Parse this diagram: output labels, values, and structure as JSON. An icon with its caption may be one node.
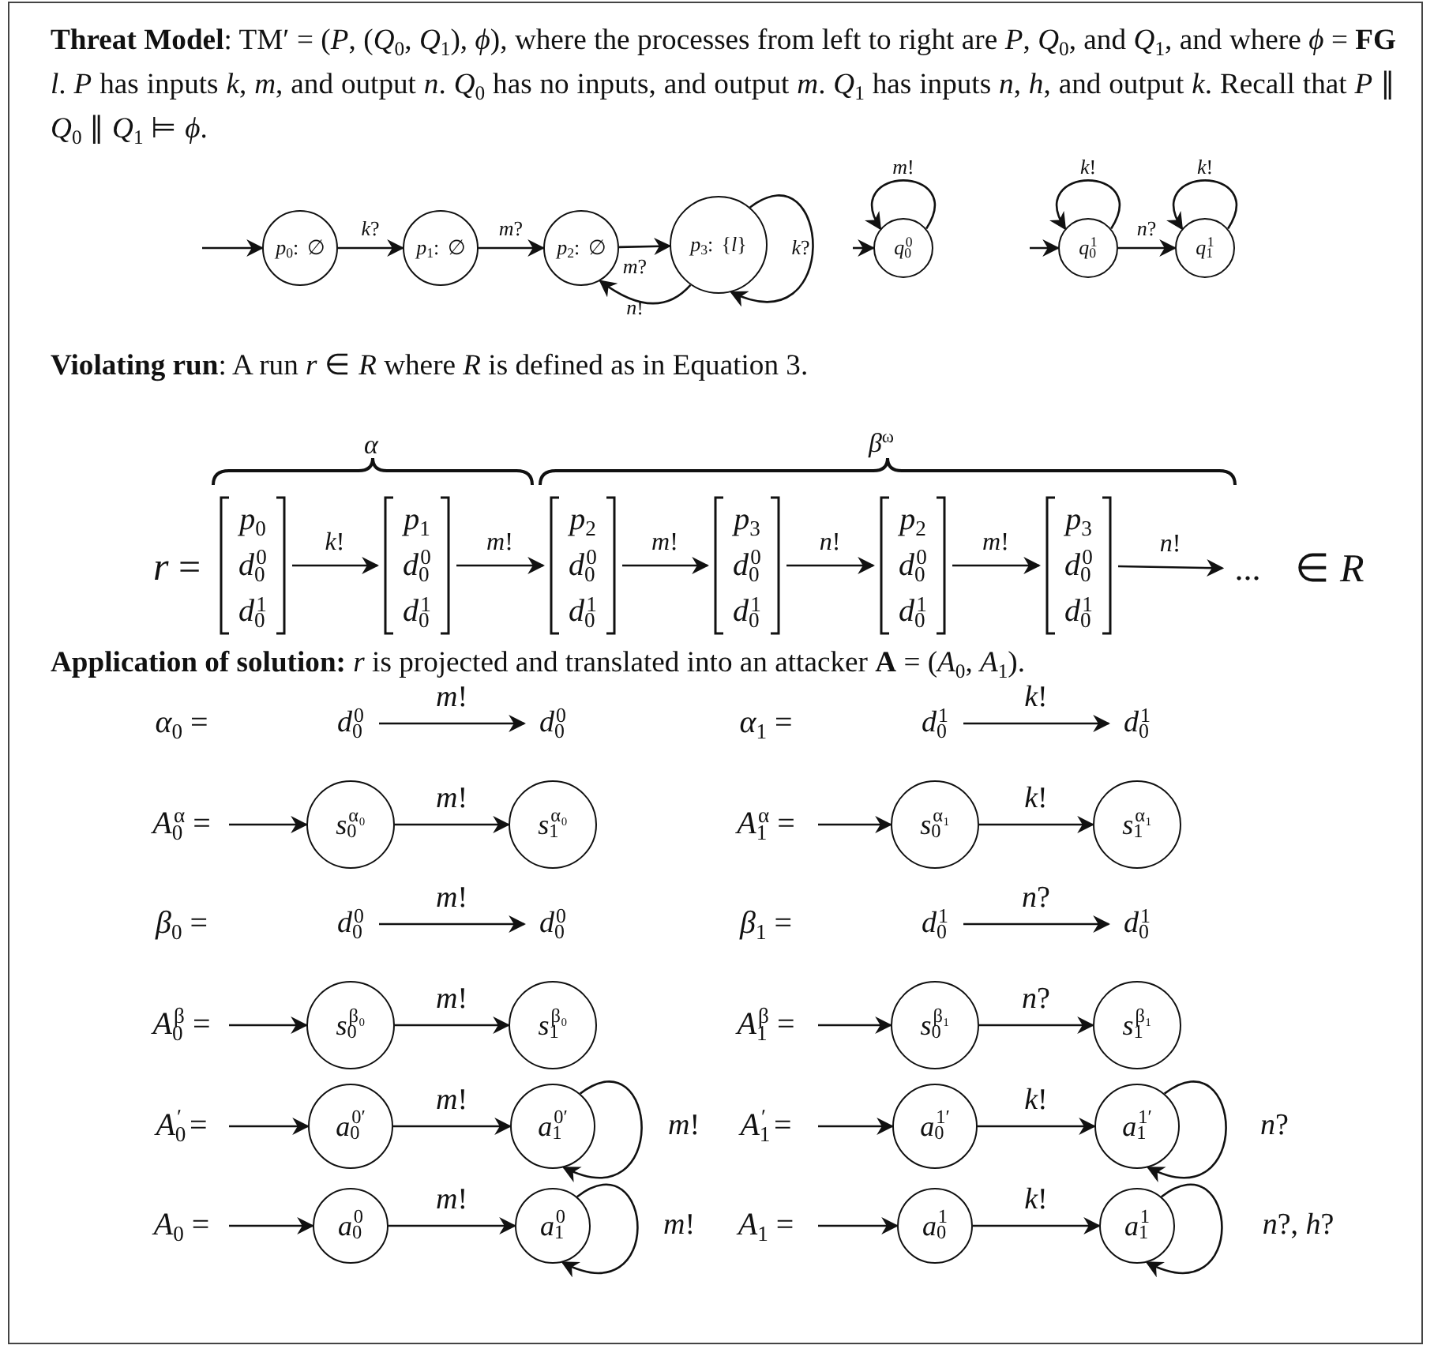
{
  "diagram": {
    "nodes": [
      {
        "text": [
          "*p*$_{0}$: ∅"
        ]
      },
      {
        "text": [
          "*p*$_{1}$: ∅"
        ]
      },
      {
        "text": [
          "*p*$_{2}$: ∅"
        ]
      },
      {
        "text": [
          "*p*$_{3}$: {*l*}"
        ]
      },
      {
        "text": [
          "*q*$_{0}$$^{0}$"
        ]
      },
      {
        "text": [
          "*q*$_{0}$$^{1}$"
        ]
      },
      {
        "text": [
          "*q*$_{1}$$^{1}$"
        ]
      },
      {
        "text": [
          "*p*$_{0}$",
          "*d*$_{0}$$^{0}$",
          "*d*$_{0}$$^{1}$"
        ]
      },
      {
        "text": [
          "*p*$_{1}$",
          "*d*$_{0}$$^{0}$",
          "*d*$_{0}$$^{1}$"
        ]
      },
      {
        "text": [
          "*p*$_{2}$",
          "*d*$_{0}$$^{0}$",
          "*d*$_{0}$$^{1}$"
        ]
      },
      {
        "text": [
          "*p*$_{3}$",
          "*d*$_{0}$$^{0}$",
          "*d*$_{0}$$^{1}$"
        ]
      },
      {
        "text": [
          "*p*$_{2}$",
          "*d*$_{0}$$^{0}$",
          "*d*$_{0}$$^{1}$"
        ]
      },
      {
        "text": [
          "*p*$_{3}$",
          "*d*$_{0}$$^{0}$",
          "*d*$_{0}$$^{1}$"
        ]
      },
      {
        "text": [
          "..."
        ]
      },
      {
        "text": [
          "*d*$_{0}$$^{0}$"
        ]
      },
      {
        "text": [
          "*d*$_{0}$$^{0}$"
        ]
      },
      {
        "text": [
          "*d*$_{0}$$^{1}$"
        ]
      },
      {
        "text": [
          "*d*$_{0}$$^{1}$"
        ]
      },
      {
        "text": [
          "*s*$_{0}$$^{α₀}$"
        ]
      },
      {
        "text": [
          "*s*$_{1}$$^{α₀}$"
        ]
      },
      {
        "text": [
          "*s*$_{0}$$^{α₁}$"
        ]
      },
      {
        "text": [
          "*s*$_{1}$$^{α₁}$"
        ]
      },
      {
        "text": [
          "*d*$_{0}$$^{0}$"
        ]
      },
      {
        "text": [
          "*d*$_{0}$$^{0}$"
        ]
      },
      {
        "text": [
          "*d*$_{0}$$^{1}$"
        ]
      },
      {
        "text": [
          "*d*$_{0}$$^{1}$"
        ]
      },
      {
        "text": [
          "*s*$_{0}$$^{β₀}$"
        ]
      },
      {
        "text": [
          "*s*$_{1}$$^{β₀}$"
        ]
      },
      {
        "text": [
          "*s*$_{0}$$^{β₁}$"
        ]
      },
      {
        "text": [
          "*s*$_{1}$$^{β₁}$"
        ]
      },
      {
        "text": [
          "*a*$_{0}$$^{0′}$"
        ]
      },
      {
        "text": [
          "*a*$_{1}$$^{0′}$"
        ]
      },
      {
        "text": [
          "*a*$_{0}$$^{1′}$"
        ]
      },
      {
        "text": [
          "*a*$_{1}$$^{1′}$"
        ]
      },
      {
        "text": [
          "*a*$_{0}$$^{0}$"
        ]
      },
      {
        "text": [
          "*a*$_{1}$$^{0}$"
        ]
      },
      {
        "text": [
          "*a*$_{0}$$^{1}$"
        ]
      },
      {
        "text": [
          "*a*$_{1}$$^{1}$"
        ]
      }
    ],
    "edges": [
      {
        "from": null,
        "to": 0,
        "arrow": "to"
      },
      {
        "from": 0,
        "to": 1,
        "arrow": "to",
        "label": "*k*?"
      },
      {
        "from": 1,
        "to": 2,
        "arrow": "to",
        "label": "*m*?"
      },
      {
        "from": 2,
        "to": 3,
        "arrow": "to",
        "label": "*m*?"
      },
      {
        "from": 3,
        "to": 2,
        "arrow": "to",
        "label": "*n*!"
      },
      {
        "from": 3,
        "to": 3,
        "arrow": "to",
        "label": "*k*?"
      },
      {
        "from": null,
        "to": 4,
        "arrow": "to"
      },
      {
        "from": 4,
        "to": 4,
        "arrow": "to",
        "label": "*m*!"
      },
      {
        "from": null,
        "to": 5,
        "arrow": "to"
      },
      {
        "from": 5,
        "to": 5,
        "arrow": "to",
        "label": "*k*!"
      },
      {
        "from": 5,
        "to": 6,
        "arrow": "to",
        "label": "*n*?"
      },
      {
        "from": 6,
        "to": 6,
        "arrow": "to",
        "label": "*k*!"
      },
      {
        "from": 7,
        "to": 8,
        "arrow": "to",
        "label": "*k*!"
      },
      {
        "from": 8,
        "to": 9,
        "arrow": "to",
        "label": "*m*!"
      },
      {
        "from": 9,
        "to": 10,
        "arrow": "to",
        "label": "*m*!"
      },
      {
        "from": 10,
        "to": 11,
        "arrow": "to",
        "label": "*n*!"
      },
      {
        "from": 11,
        "to": 12,
        "arrow": "to",
        "label": "*m*!"
      },
      {
        "from": 12,
        "to": 13,
        "arrow": "to",
        "label": "*n*!"
      },
      {
        "from": 14,
        "to": 15,
        "arrow": "to",
        "label": "*m*!"
      },
      {
        "from": 16,
        "to": 17,
        "arrow": "to",
        "label": "*k*!"
      },
      {
        "from": null,
        "to": 18,
        "arrow": "to"
      },
      {
        "from": 18,
        "to": 19,
        "arrow": "to",
        "label": "*m*!"
      },
      {
        "from": null,
        "to": 20,
        "arrow": "to"
      },
      {
        "from": 20,
        "to": 21,
        "arrow": "to",
        "label": "*k*!"
      },
      {
        "from": 22,
        "to": 23,
        "arrow": "to",
        "label": "*m*!"
      },
      {
        "from": 24,
        "to": 25,
        "arrow": "to",
        "label": "*n*?"
      },
      {
        "from": null,
        "to": 26,
        "arrow": "to"
      },
      {
        "from": 26,
        "to": 27,
        "arrow": "to",
        "label": "*m*!"
      },
      {
        "from": null,
        "to": 28,
        "arrow": "to"
      },
      {
        "from": 28,
        "to": 29,
        "arrow": "to",
        "label": "*n*?"
      },
      {
        "from": null,
        "to": 30,
        "arrow": "to"
      },
      {
        "from": 30,
        "to": 31,
        "arrow": "to",
        "label": "*m*!"
      },
      {
        "from": 31,
        "to": 31,
        "arrow": "to",
        "label": "*m*!"
      },
      {
        "from": null,
        "to": 32,
        "arrow": "to"
      },
      {
        "from": 32,
        "to": 33,
        "arrow": "to",
        "label": "*k*!"
      },
      {
        "from": 33,
        "to": 33,
        "arrow": "to",
        "label": "*n*?"
      },
      {
        "from": null,
        "to": 34,
        "arrow": "to"
      },
      {
        "from": 34,
        "to": 35,
        "arrow": "to",
        "label": "*m*!"
      },
      {
        "from": 35,
        "to": 35,
        "arrow": "to",
        "label": "*m*!"
      },
      {
        "from": null,
        "to": 36,
        "arrow": "to"
      },
      {
        "from": 36,
        "to": 37,
        "arrow": "to",
        "label": "*k*!"
      },
      {
        "from": 37,
        "to": 37,
        "arrow": "to",
        "label": "*n*?, *h*?"
      }
    ],
    "labels": [
      "**Threat Model**: TM′ = (*P*, (*Q*$_{0}$, *Q*$_{1}$), *ϕ*), where the processes from left to right are *P*, *Q*$_{0}$, and *Q*$_{1}$, and where *ϕ* = **FG** *l*. *P* has inputs *k*, *m*, and output *n*. *Q*$_{0}$ has no inputs, and output *m*. *Q*$_{1}$ has inputs *n*, *h*, and output *k*. Recall that *P* ∥ *Q*$_{0}$ ∥ *Q*$_{1}$ ⊨ *ϕ*.",
      "**Violating run**: A run *r* ∈ *R* where *R* is defined as in Equation 3.",
      "*α*",
      "*β*$^{ω}$",
      "*r* =",
      "∈ *R*",
      "**Application of solution:** *r* is projected and translated into an attacker **A** = (*A*$_{0}$, *A*$_{1}$).",
      "*α*$_{0}$ =",
      "*α*$_{1}$ =",
      "*A*$_{0}$$^{α}$ =",
      "*A*$_{1}$$^{α}$ =",
      "*β*$_{0}$ =",
      "*β*$_{1}$ =",
      "*A*$_{0}$$^{β}$ =",
      "*A*$_{1}$$^{β}$ =",
      "*A*$_{0}$$^{′}$ =",
      "*A*$_{1}$$^{′}$ =",
      "*A*$_{0}$ =",
      "*A*$_{1}$ ="
    ]
  }
}
